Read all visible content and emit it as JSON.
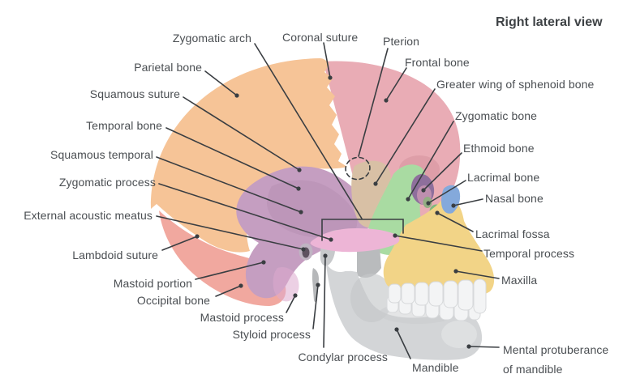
{
  "title": "Right lateral view",
  "labels": {
    "zygomatic_arch": "Zygomatic arch",
    "parietal_bone": "Parietal bone",
    "squamous_suture": "Squamous suture",
    "temporal_bone": "Temporal bone",
    "squamous_temporal": "Squamous temporal",
    "zygomatic_process": "Zygomatic process",
    "external_acoustic_meatus": "External acoustic meatus",
    "lambdoid_suture": "Lambdoid suture",
    "mastoid_portion": "Mastoid portion",
    "occipital_bone": "Occipital bone",
    "mastoid_process": "Mastoid process",
    "styloid_process": "Styloid process",
    "condylar_process": "Condylar process",
    "mandible": "Mandible",
    "coronal_suture": "Coronal suture",
    "pterion": "Pterion",
    "frontal_bone": "Frontal bone",
    "greater_wing_of_sphenoid_bone": "Greater wing of sphenoid bone",
    "zygomatic_bone": "Zygomatic bone",
    "ethmoid_bone": "Ethmoid bone",
    "lacrimal_bone": "Lacrimal bone",
    "nasal_bone": "Nasal bone",
    "lacrimal_fossa": "Lacrimal fossa",
    "temporal_process": "Temporal process",
    "maxilla": "Maxilla",
    "mental_protuberance_of_mandible": "Mental protuberance\nof mandible"
  },
  "colors": {
    "parietal": "#F6C497",
    "frontal": "#E9ACB5",
    "occipital": "#F1A89F",
    "temporal": "#C59EC1",
    "temporal_shade": "#B78FB3",
    "sphenoid_pterion_area": "#D8C0A5",
    "greater_wing_orbit": "#8E6F9C",
    "ethmoid": "#BE8FAF",
    "lacrimal": "#93AE83",
    "lacrimal_fossa": "#7FB97D",
    "zygomatic": "#A9DBA2",
    "nasal": "#84A9DB",
    "maxilla": "#F2D487",
    "mandible": "#D3D5D7",
    "teeth": "#F3F4F5",
    "zygomatic_arch_strip": "#EDB5D6",
    "orbit_shadow": "#D999A4",
    "line": "#3A3E42",
    "text": "#4A4E52"
  }
}
